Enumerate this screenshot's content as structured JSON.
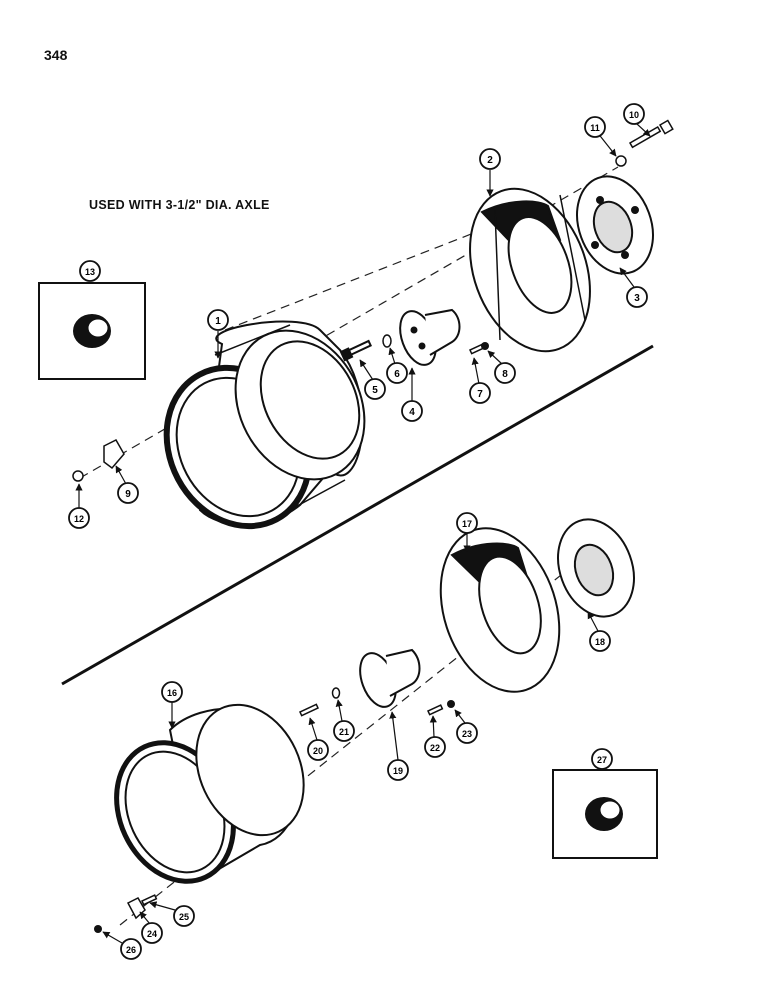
{
  "page": {
    "number": "348"
  },
  "caption": "USED WITH 3-1/2\" DIA. AXLE",
  "callouts": {
    "c1": "1",
    "c2": "2",
    "c3": "3",
    "c4": "4",
    "c5": "5",
    "c6": "6",
    "c7": "7",
    "c8": "8",
    "c9": "9",
    "c10": "10",
    "c11": "11",
    "c12": "12",
    "c13": "13",
    "c16": "16",
    "c17": "17",
    "c18": "18",
    "c19": "19",
    "c20": "20",
    "c21": "21",
    "c22": "22",
    "c23": "23",
    "c24": "24",
    "c25": "25",
    "c26": "26",
    "c27": "27"
  }
}
